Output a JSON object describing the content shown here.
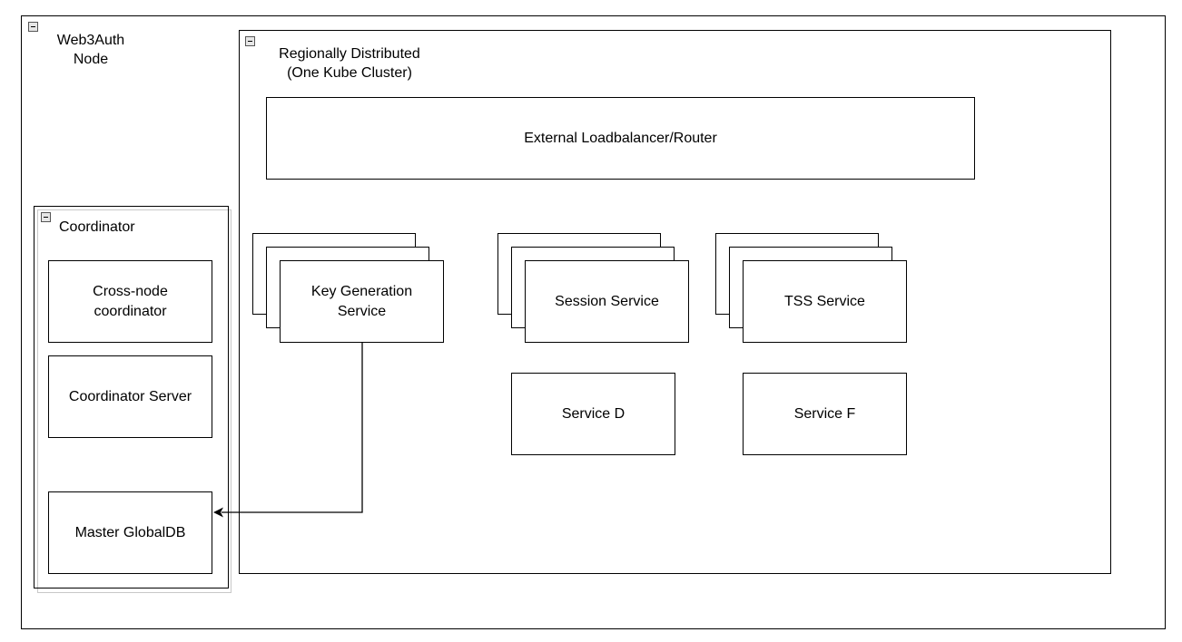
{
  "groups": {
    "node": {
      "title": "Web3Auth\nNode"
    },
    "region": {
      "title": "Regionally Distributed\n(One Kube Cluster)"
    },
    "coordinator": {
      "title": "Coordinator"
    }
  },
  "components": {
    "load_balancer": "External Loadbalancer/Router",
    "key_generation": "Key Generation\nService",
    "session": "Session Service",
    "tss": "TSS Service",
    "service_d": "Service D",
    "service_f": "Service F",
    "cross_node": "Cross-node\ncoordinator",
    "coordinator_server": "Coordinator Server",
    "master_globaldb": "Master GlobalDB"
  },
  "connections": [
    {
      "from": "Key Generation Service",
      "to": "Master GlobalDB",
      "arrow": "end"
    }
  ],
  "colors": {
    "stroke": "#000000",
    "fill": "#ffffff",
    "collapse_fill": "#e6e6e6",
    "shadow": "#c8c8c8"
  }
}
